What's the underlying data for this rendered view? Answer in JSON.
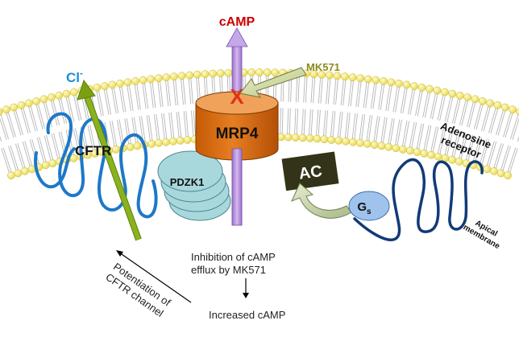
{
  "labels": {
    "camp_top": "cAMP",
    "mk571": "MK571",
    "chloride": "Cl",
    "chloride_charge": "-",
    "cftr": "CFTR",
    "mrp4": "MRP4",
    "pdzk1": "PDZK1",
    "ac": "AC",
    "gs_main": "G",
    "gs_sub": "s",
    "adenosine_line1": "Adenosine",
    "adenosine_line2": "receptor",
    "apical_line1": "Apical",
    "apical_line2": "membrane",
    "inhibition_line1": "Inhibition of cAMP",
    "inhibition_line2": "efflux by MK571",
    "increased": "Increased cAMP",
    "potentiation_line1": "Potentiation of",
    "potentiation_line2": "CFTR channel",
    "block_mark": "X"
  },
  "colors": {
    "camp": "#cc0000",
    "mk571": "#8b8b1a",
    "chloride": "#1a8fd6",
    "cftr_helix": "#1e78c8",
    "receptor_helix": "#123a78",
    "mrp4_body": "#d9680a",
    "pdzk1": "#a9d8dc",
    "ac_box": "#333319",
    "gs": "#9fc3ec",
    "camp_arrow": "#b08ad8",
    "cftr_arrow": "#8ab21c",
    "lipid_head": "#f6ee6a",
    "x_mark": "#e0301c"
  }
}
